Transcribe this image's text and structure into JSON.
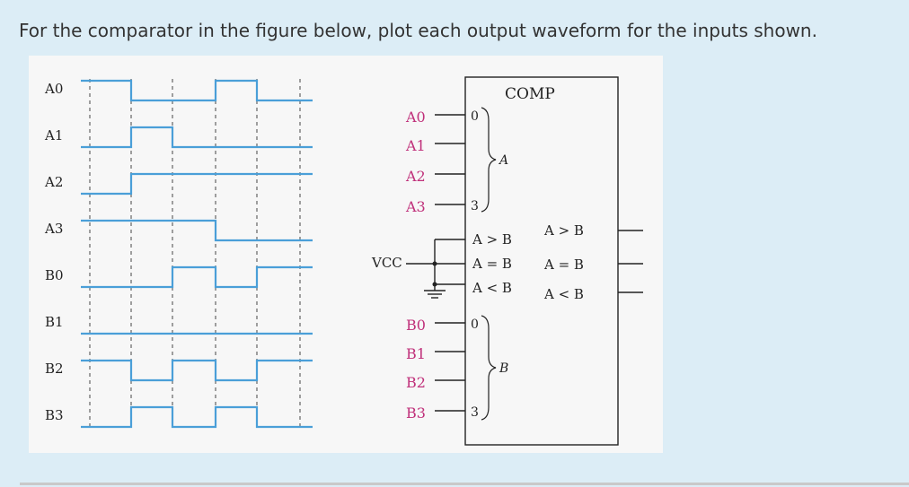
{
  "question": {
    "text": "For the comparator in the figure below, plot each output waveform for the inputs shown."
  },
  "waveforms": {
    "labels": [
      "A0",
      "A1",
      "A2",
      "A3",
      "B0",
      "B1",
      "B2",
      "B3"
    ],
    "interval_boundaries": 6,
    "signals": [
      {
        "name": "A0",
        "levels": [
          1,
          0,
          0,
          1,
          0
        ]
      },
      {
        "name": "A1",
        "levels": [
          0,
          1,
          0,
          0,
          0
        ]
      },
      {
        "name": "A2",
        "levels": [
          0,
          1,
          1,
          1,
          1
        ]
      },
      {
        "name": "A3",
        "levels": [
          1,
          1,
          1,
          0,
          0
        ]
      },
      {
        "name": "B0",
        "levels": [
          0,
          0,
          1,
          0,
          1
        ]
      },
      {
        "name": "B1",
        "levels": [
          0,
          0,
          0,
          0,
          0
        ]
      },
      {
        "name": "B2",
        "levels": [
          1,
          0,
          1,
          0,
          1
        ]
      },
      {
        "name": "B3",
        "levels": [
          0,
          1,
          0,
          1,
          0
        ]
      }
    ],
    "line_color": "#4a9fd8"
  },
  "comparator": {
    "title": "COMP",
    "a_inputs": [
      "A0",
      "A1",
      "A2",
      "A3"
    ],
    "b_inputs": [
      "B0",
      "B1",
      "B2",
      "B3"
    ],
    "a_group_label": "A",
    "b_group_label": "B",
    "bit_low": "0",
    "bit_high": "3",
    "cascade_inputs": [
      "A > B",
      "A = B",
      "A < B"
    ],
    "outputs": [
      "A > B",
      "A = B",
      "A < B"
    ],
    "vcc_label": "VCC",
    "input_label_color": "#c0307a"
  }
}
